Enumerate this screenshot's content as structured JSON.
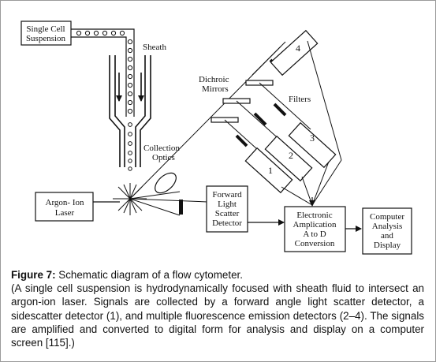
{
  "diagram": {
    "labels": {
      "single_cell_line1": "Single Cell",
      "single_cell_line2": "Suspension",
      "sheath": "Sheath",
      "dichroic_line1": "Dichroic",
      "dichroic_line2": "Mirrors",
      "filters": "Filters",
      "collection_line1": "Collection",
      "collection_line2": "Optics",
      "laser_line1": "Argon- Ion",
      "laser_line2": "Laser",
      "fwd_line1": "Forward",
      "fwd_line2": "Light",
      "fwd_line3": "Scatter",
      "fwd_line4": "Detector",
      "elec_line1": "Electronic",
      "elec_line2": "Amplication",
      "elec_line3": "A to D",
      "elec_line4": "Conversion",
      "comp_line1": "Computer",
      "comp_line2": "Analysis",
      "comp_line3": "and",
      "comp_line4": "Display"
    },
    "detectors": [
      "1",
      "2",
      "3",
      "4"
    ]
  },
  "caption": {
    "title": "Figure 7:",
    "title_rest": " Schematic diagram of a flow cytometer.",
    "body": "(A single cell suspension is hydrodynamically focused with sheath fluid to intersect an argon-ion laser. Signals are collected by a forward angle light scatter detector, a sidescatter detector (1), and multiple fluorescence emission detectors (2–4). The signals are amplified and converted to digital form for analysis and display on a computer screen [115].)"
  }
}
